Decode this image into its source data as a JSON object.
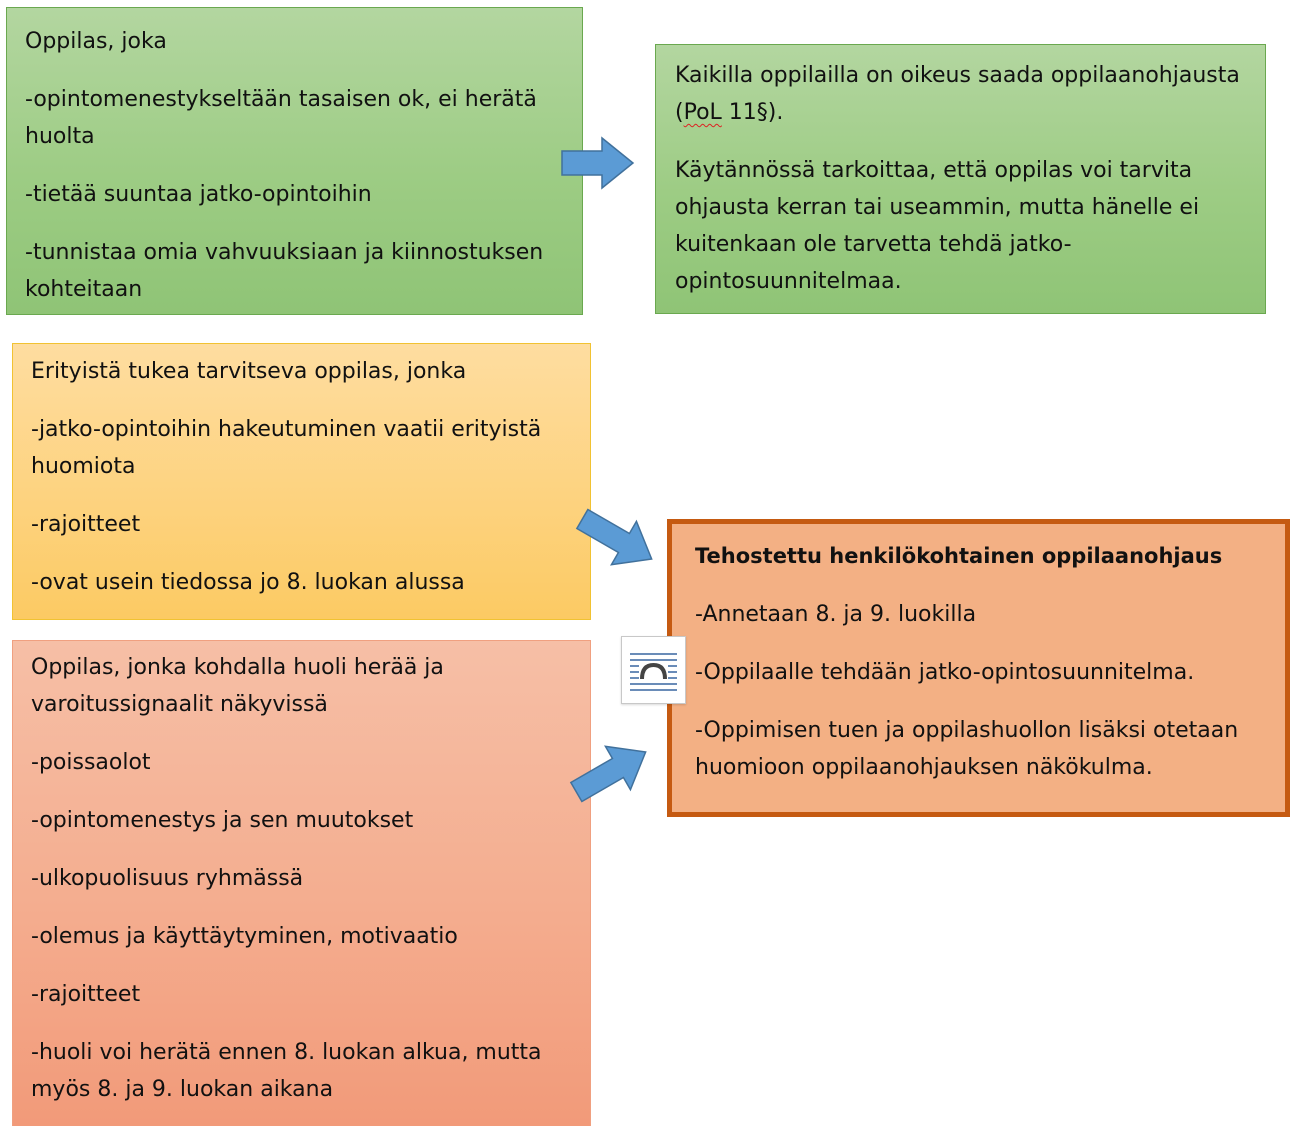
{
  "green_left": {
    "lines": [
      "Oppilas, joka",
      "-opintomenestykseltään tasaisen ok, ei herätä huolta",
      "-tietää suuntaa jatko-opintoihin",
      "-tunnistaa omia vahvuuksiaan ja kiinnostuksen kohteitaan"
    ]
  },
  "green_right": {
    "p1_before": "Kaikilla oppilailla on oikeus saada oppilaanohjausta (",
    "p1_flagged": "PoL",
    "p1_after": " 11§).",
    "p2": "Käytännössä tarkoittaa, että oppilas voi tarvita ohjausta kerran tai useammin, mutta hänelle ei kuitenkaan ole tarvetta tehdä jatko-opintosuunnitelmaa."
  },
  "yellow": {
    "lines": [
      "Erityistä tukea tarvitseva oppilas, jonka",
      "-jatko-opintoihin hakeutuminen vaatii erityistä huomiota",
      "-rajoitteet",
      "-ovat usein tiedossa jo 8. luokan alussa"
    ]
  },
  "salmon": {
    "lines": [
      "Oppilas, jonka kohdalla huoli herää ja varoitussignaalit näkyvissä",
      "-poissaolot",
      "-opintomenestys ja sen muutokset",
      "-ulkopuolisuus ryhmässä",
      "-olemus ja käyttäytyminen, motivaatio",
      "-rajoitteet",
      "-huoli voi herätä ennen 8. luokan alkua, mutta myös 8. ja 9. luokan aikana"
    ]
  },
  "orange": {
    "title": "Tehostettu henkilökohtainen oppilaanohjaus",
    "lines": [
      "-Annetaan 8. ja 9. luokilla",
      "-Oppilaalle tehdään jatko-opintosuunnitelma.",
      "-Oppimisen tuen ja oppilashuollon lisäksi otetaan huomioon oppilaanohjauksen näkökulma."
    ]
  },
  "icons": {
    "arrows": "block-arrow-icon",
    "layout_options": "text-wrap-layout-icon"
  },
  "colors": {
    "green_fill": "#9dcc84",
    "yellow_fill": "#fdd27d",
    "salmon_fill": "#f4ad8f",
    "orange_fill": "#f3b084",
    "orange_border": "#c55a11",
    "arrow_fill": "#5b9bd5"
  }
}
